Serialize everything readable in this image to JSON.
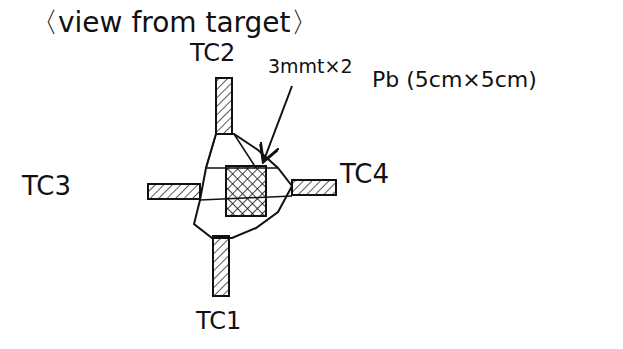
{
  "diagram": {
    "title": "〈view from target〉",
    "labels": [
      "TC2",
      "3mmt×2",
      "Pb (5cm×5cm)",
      "TC3",
      "TC4",
      "TC1"
    ]
  }
}
